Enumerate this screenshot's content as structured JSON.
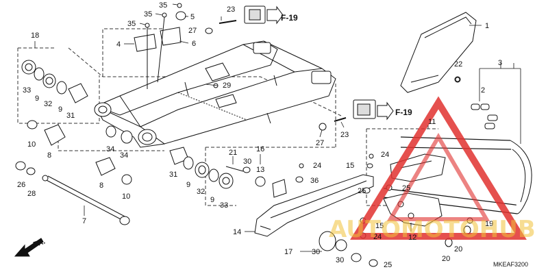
{
  "diagram": {
    "code": "MKEAF3200",
    "front_label": "FR.",
    "ref_label": "F-19",
    "watermark": "AUTOMOTOHUB",
    "colors": {
      "line": "#111111",
      "watermark_red": "#e0312f",
      "watermark_yellow": "#f2c23a"
    },
    "callouts": {
      "n1": "1",
      "n2": "2",
      "n3": "3",
      "n4": "4",
      "n5": "5",
      "n6": "6",
      "n7": "7",
      "n8": "8",
      "n9": "9",
      "n10": "10",
      "n11": "11",
      "n12": "12",
      "n13": "13",
      "n14": "14",
      "n15": "15",
      "n16": "16",
      "n17": "17",
      "n18": "18",
      "n19": "19",
      "n20": "20",
      "n21": "21",
      "n22": "22",
      "n23": "23",
      "n24": "24",
      "n25": "25",
      "n26": "26",
      "n27": "27",
      "n28": "28",
      "n29": "29",
      "n30": "30",
      "n31": "31",
      "n32": "32",
      "n33": "33",
      "n34": "34",
      "n35": "35",
      "n36": "36"
    }
  }
}
